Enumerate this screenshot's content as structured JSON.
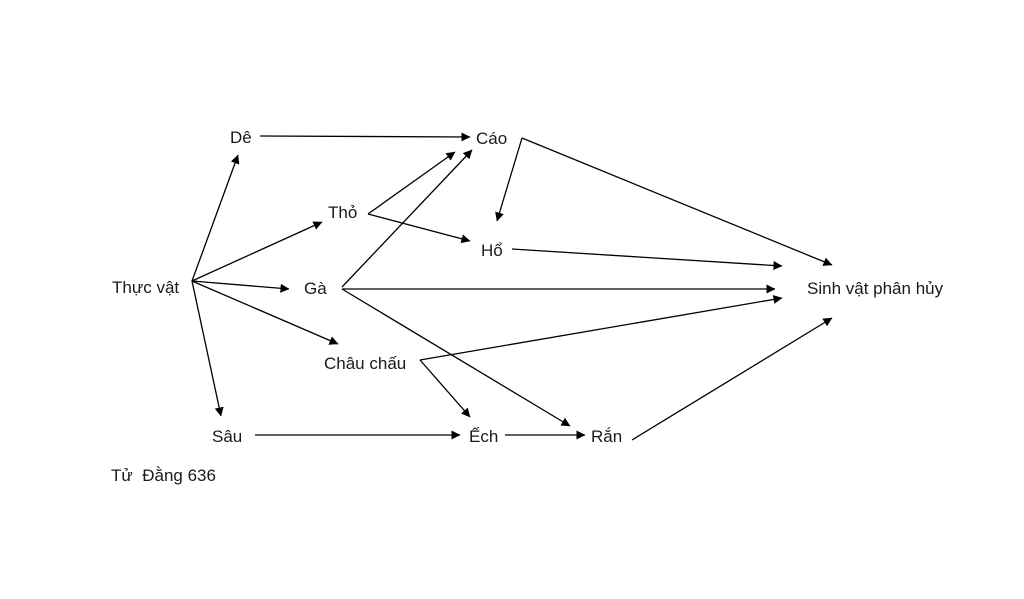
{
  "nodes": {
    "thuc_vat": "Thực vật",
    "de": "Dê",
    "tho": "Thỏ",
    "ga": "Gà",
    "chau_chau": "Châu chấu",
    "sau": "Sâu",
    "cao": "Cáo",
    "ho": "Hổ",
    "ech": "Ếch",
    "ran": "Rắn",
    "sinh_vat_phan_huy": "Sinh vật phân hủy"
  },
  "caption": "Tử  Đằng 636",
  "edges": [
    {
      "from": "Thực vật",
      "to": "Dê"
    },
    {
      "from": "Thực vật",
      "to": "Thỏ"
    },
    {
      "from": "Thực vật",
      "to": "Gà"
    },
    {
      "from": "Thực vật",
      "to": "Châu chấu"
    },
    {
      "from": "Thực vật",
      "to": "Sâu"
    },
    {
      "from": "Dê",
      "to": "Cáo"
    },
    {
      "from": "Thỏ",
      "to": "Cáo"
    },
    {
      "from": "Thỏ",
      "to": "Hổ"
    },
    {
      "from": "Gà",
      "to": "Cáo"
    },
    {
      "from": "Gà",
      "to": "Sinh vật phân hủy"
    },
    {
      "from": "Gà",
      "to": "Rắn"
    },
    {
      "from": "Cáo",
      "to": "Hổ"
    },
    {
      "from": "Cáo",
      "to": "Sinh vật phân hủy"
    },
    {
      "from": "Hổ",
      "to": "Sinh vật phân hủy"
    },
    {
      "from": "Châu chấu",
      "to": "Sinh vật phân hủy"
    },
    {
      "from": "Châu chấu",
      "to": "Ếch"
    },
    {
      "from": "Sâu",
      "to": "Ếch"
    },
    {
      "from": "Ếch",
      "to": "Rắn"
    },
    {
      "from": "Rắn",
      "to": "Sinh vật phân hủy"
    }
  ]
}
